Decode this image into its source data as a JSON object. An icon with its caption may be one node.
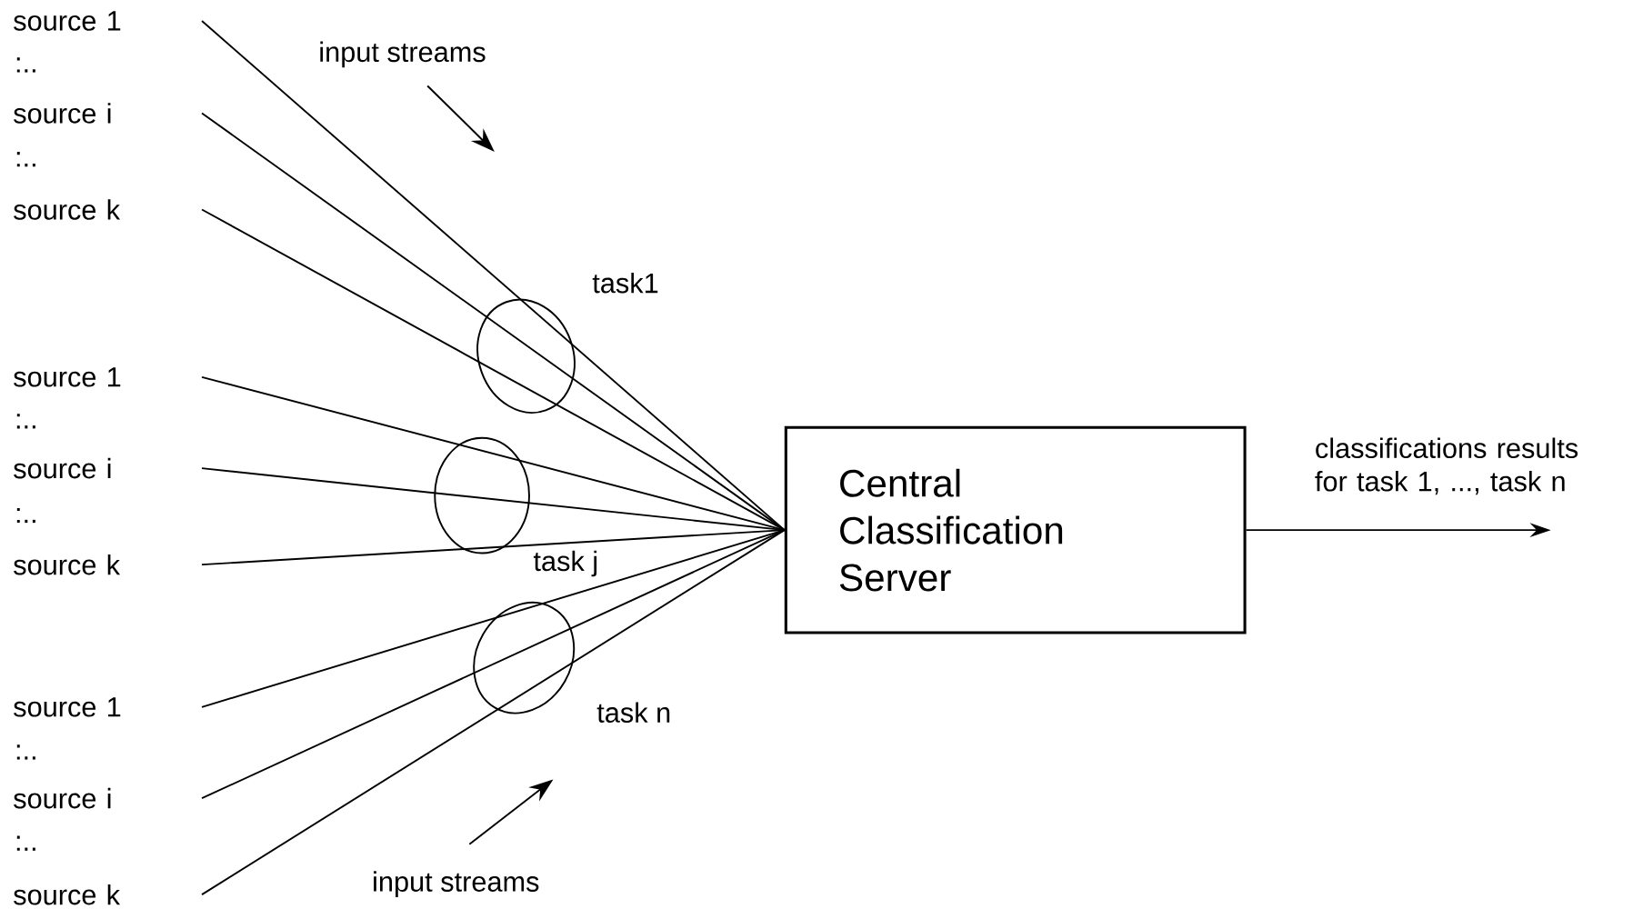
{
  "diagram": {
    "nodes": [
      {
        "text": [
          "source 1"
        ]
      },
      {
        "text": [
          "source i"
        ]
      },
      {
        "text": [
          "source k"
        ]
      },
      {
        "text": [
          "source 1"
        ]
      },
      {
        "text": [
          "source i"
        ]
      },
      {
        "text": [
          "source k"
        ]
      },
      {
        "text": [
          "source 1"
        ]
      },
      {
        "text": [
          "source i"
        ]
      },
      {
        "text": [
          "source k"
        ]
      },
      {
        "text": [
          "Central Classification Server"
        ]
      }
    ],
    "edges": [
      {
        "from": 0,
        "to": 9,
        "arrow": "none"
      },
      {
        "from": 1,
        "to": 9,
        "arrow": "none"
      },
      {
        "from": 2,
        "to": 9,
        "arrow": "none"
      },
      {
        "from": 3,
        "to": 9,
        "arrow": "none"
      },
      {
        "from": 4,
        "to": 9,
        "arrow": "none"
      },
      {
        "from": 5,
        "to": 9,
        "arrow": "none"
      },
      {
        "from": 6,
        "to": 9,
        "arrow": "none"
      },
      {
        "from": 7,
        "to": 9,
        "arrow": "none"
      },
      {
        "from": 8,
        "to": 9,
        "arrow": "none"
      },
      {
        "from": 9,
        "to": null,
        "arrow": "to",
        "label": "classifications results for task 1, ..., task n"
      }
    ],
    "labels": [
      ":..",
      "input streams",
      ":..",
      "task1",
      ":..",
      ":..",
      "task j",
      "task n",
      ":..",
      ":..",
      "input streams"
    ]
  }
}
